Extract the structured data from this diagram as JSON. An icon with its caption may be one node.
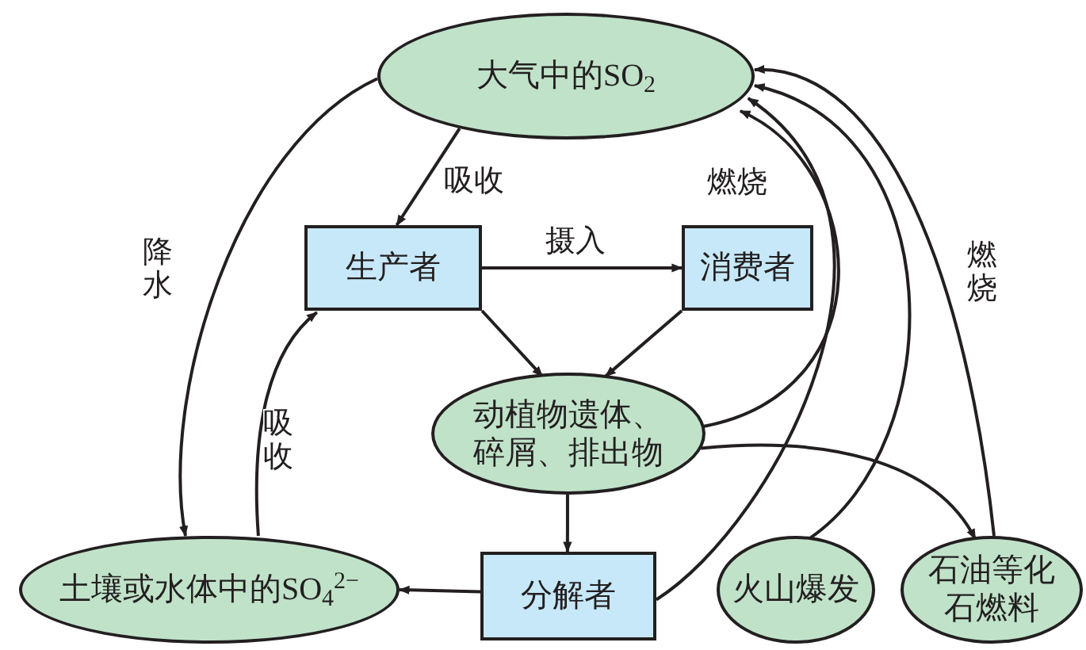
{
  "diagram": {
    "nodes": [
      {
        "text": [
          "大气中的SO$_{2}$"
        ]
      },
      {
        "text": [
          "生产者"
        ]
      },
      {
        "text": [
          "消费者"
        ]
      },
      {
        "text": [
          "动植物遗体、碎屑、排出物"
        ]
      },
      {
        "text": [
          "土壤或水体中的SO$_{4}$$^{2−}$"
        ]
      },
      {
        "text": [
          "分解者"
        ]
      },
      {
        "text": [
          "火山爆发"
        ]
      },
      {
        "text": [
          "石油等化石燃料"
        ]
      }
    ],
    "edges": [
      {
        "from": 0,
        "to": 1,
        "arrow": "to",
        "label": "吸收"
      },
      {
        "from": 1,
        "to": 2,
        "arrow": "to",
        "label": "摄入"
      },
      {
        "from": 1,
        "to": 3,
        "arrow": "to"
      },
      {
        "from": 2,
        "to": 3,
        "arrow": "to"
      },
      {
        "from": 0,
        "to": 4,
        "arrow": "to",
        "label": "降水"
      },
      {
        "from": 4,
        "to": 1,
        "arrow": "to",
        "label": "吸收"
      },
      {
        "from": 3,
        "to": 5,
        "arrow": "to"
      },
      {
        "from": 5,
        "to": 4,
        "arrow": "to"
      },
      {
        "from": 3,
        "to": 0,
        "arrow": "to",
        "label": "燃烧"
      },
      {
        "from": 5,
        "to": 0,
        "arrow": "to"
      },
      {
        "from": 6,
        "to": 0,
        "arrow": "to"
      },
      {
        "from": 7,
        "to": 0,
        "arrow": "to",
        "label": "燃烧"
      },
      {
        "from": 3,
        "to": 7,
        "arrow": "to"
      }
    ]
  }
}
